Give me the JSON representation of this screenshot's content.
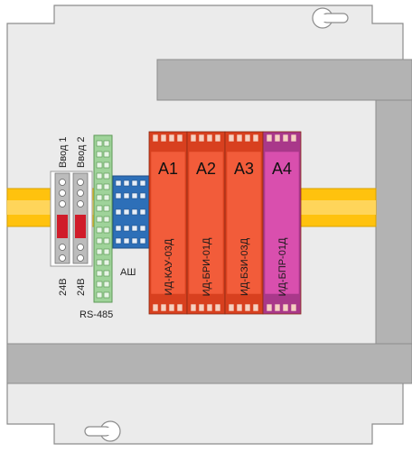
{
  "terminals": {
    "input1_label": "Ввод 1",
    "input2_label": "Ввод 2",
    "input1_voltage": "24В",
    "input2_voltage": "24В",
    "rs485_label": "RS-485",
    "ash_label": "АШ"
  },
  "modules": [
    {
      "code": "A1",
      "name": "ИД-КАУ-03Д",
      "color": "#f25c3a"
    },
    {
      "code": "A2",
      "name": "ИД-БРИ-01Д",
      "color": "#f25c3a"
    },
    {
      "code": "A3",
      "name": "ИД-БЗИ-03Д",
      "color": "#f25c3a"
    },
    {
      "code": "A4",
      "name": "ИД-БПР-01Д",
      "color": "#d94fae"
    }
  ],
  "colors": {
    "panel": "#ebebeb",
    "panel_border": "#8c8c8c",
    "rail": "#ffc20e",
    "duct": "#b3b3b3",
    "module_red": "#f25c3a",
    "module_pink": "#d94fae"
  }
}
